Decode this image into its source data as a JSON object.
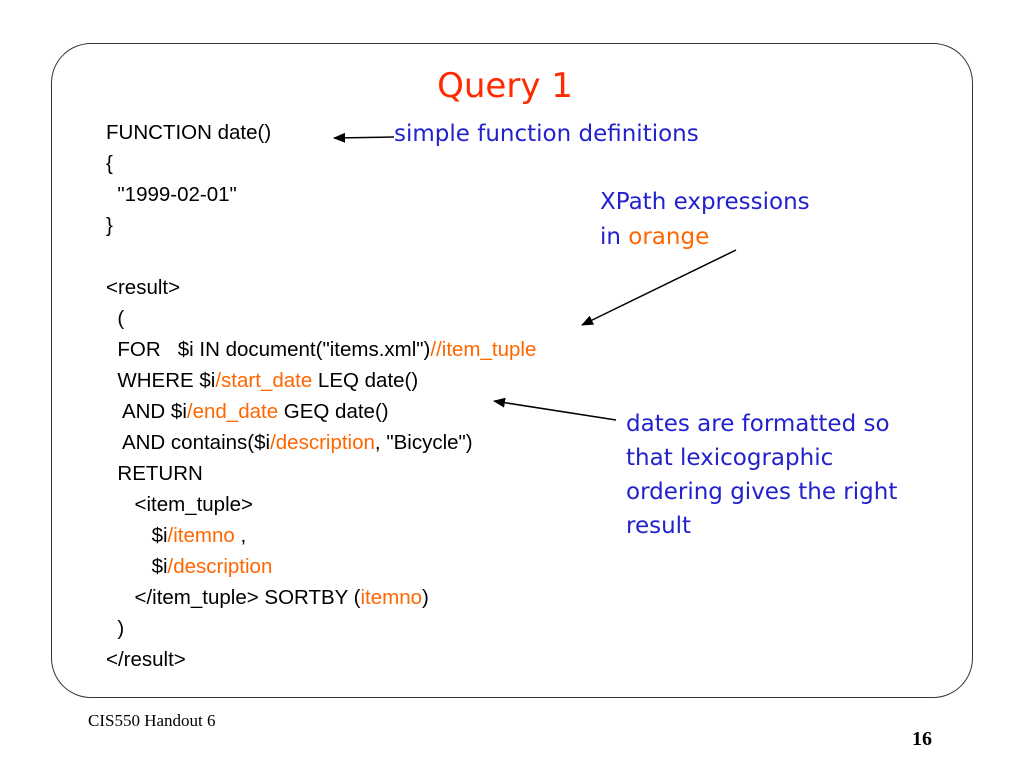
{
  "title": "Query 1",
  "code": {
    "fn1": "FUNCTION date()",
    "fn2": "{",
    "fn3": "  \"1999-02-01\"",
    "fn4": "}",
    "r1": "<result>",
    "r2": "  (",
    "r3a": "  FOR   $i IN document(\"items.xml\")",
    "r3b": "//item_tuple",
    "r4a": "  WHERE $i",
    "r4b": "/start_date",
    "r4c": " LEQ date()",
    "r5a": "   AND $i",
    "r5b": "/end_date",
    "r5c": " GEQ date()",
    "r6a": "   AND contains($i",
    "r6b": "/description",
    "r6c": ", \"Bicycle\")",
    "r7": "  RETURN",
    "r8": "     <item_tuple>",
    "r9a": "        $i",
    "r9b": "/itemno",
    "r9c": " ,",
    "r10a": "        $i",
    "r10b": "/description",
    "r11a": "     </item_tuple> SORTBY (",
    "r11b": "itemno",
    "r11c": ")",
    "r12": "  )",
    "r13": "</result>"
  },
  "notes": {
    "functions": "simple function definitions",
    "xpath_line1": "XPath expressions",
    "xpath_in": "in ",
    "xpath_orange": "orange",
    "dates": "dates are formatted so\nthat lexicographic\nordering gives the right\nresult"
  },
  "colors": {
    "title": "#ff2a00",
    "xpath": "#ff6600",
    "notes": "#2222cc"
  },
  "footer": {
    "handout": "CIS550 Handout 6",
    "page": "16"
  }
}
